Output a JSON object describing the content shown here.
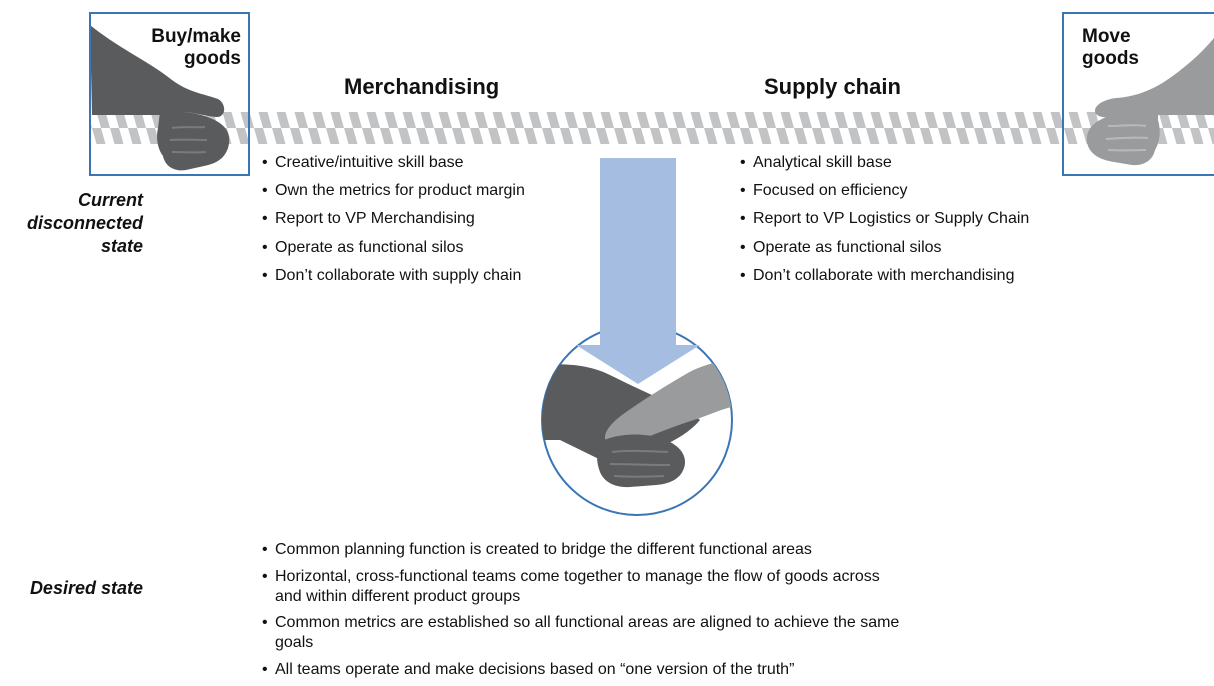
{
  "left_box": {
    "label_line1": "Buy/make",
    "label_line2": "goods"
  },
  "right_box": {
    "label_line1": "Move",
    "label_line2": "goods"
  },
  "merchandising": {
    "title": "Merchandising",
    "bullets": [
      "Creative/intuitive skill base",
      "Own the metrics for product  margin",
      "Report to VP Merchandising",
      "Operate as functional silos",
      "Don’t collaborate with supply chain"
    ]
  },
  "supply_chain": {
    "title": "Supply chain",
    "bullets": [
      "Analytical skill base",
      "Focused on efficiency",
      "Report to VP Logistics or Supply Chain",
      "Operate as functional silos",
      "Don’t collaborate with merchandising"
    ]
  },
  "current_state": {
    "line1": "Current",
    "line2": "disconnected",
    "line3": "state"
  },
  "desired_state": {
    "label": "Desired state",
    "bullets": [
      "Common planning function is created to bridge the different functional areas",
      "Horizontal, cross-functional teams come together to manage the flow of goods across and within different product groups",
      "Common metrics are established so all functional areas are aligned to achieve the same goals",
      "All teams operate and make decisions based on “one version of the truth”"
    ]
  },
  "colors": {
    "box_border": "#3a75b5",
    "rope_stripe": "#c2c3c5",
    "hand_dark": "#5a5b5d",
    "hand_light": "#9a9b9d",
    "arrow": "#a4bde0",
    "circle_border": "#3a75b5"
  },
  "icons": [
    "left-hand-icon",
    "right-hand-icon",
    "rope-icon",
    "down-arrow-icon",
    "handshake-icon"
  ]
}
